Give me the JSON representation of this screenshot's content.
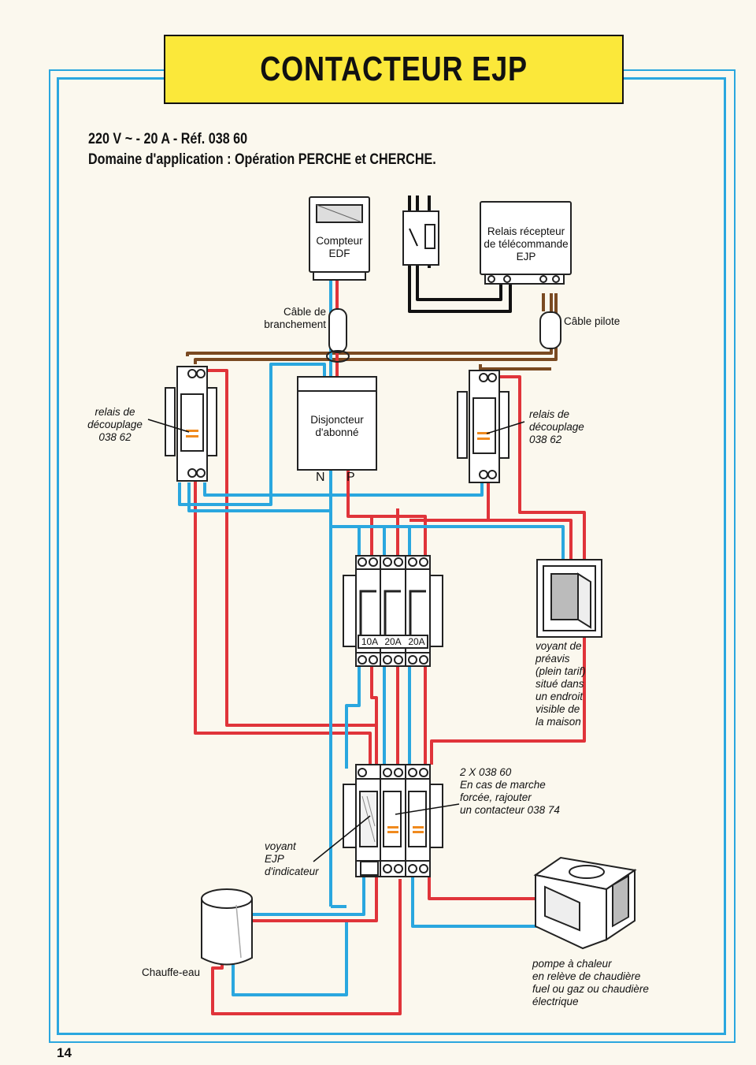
{
  "title": "CONTACTEUR EJP",
  "subtitle_line1": "220 V ~ - 20 A - Réf. 038 60",
  "subtitle_line2": "Domaine d'application : Opération PERCHE et CHERCHE.",
  "labels": {
    "compteur_1": "Compteur",
    "compteur_2": "EDF",
    "relais_recepteur_1": "Relais récepteur",
    "relais_recepteur_2": "de télécommande",
    "relais_recepteur_3": "EJP",
    "cable_branchement_1": "Câble de",
    "cable_branchement_2": "branchement",
    "cable_pilote": "Câble pilote",
    "relais_left_1": "relais de",
    "relais_left_2": "découplage",
    "relais_left_3": "038 62",
    "relais_right_1": "relais de",
    "relais_right_2": "découplage",
    "relais_right_3": "038 62",
    "disjoncteur_1": "Disjoncteur",
    "disjoncteur_2": "d'abonné",
    "n_label": "N",
    "p_label": "P",
    "rating_1": "10A",
    "rating_2": "20A",
    "rating_3": "20A",
    "voyant_preavis_1": "voyant de",
    "voyant_preavis_2": "préavis",
    "voyant_preavis_3": "(plein tarif)",
    "voyant_preavis_4": "situé dans",
    "voyant_preavis_5": "un endroit",
    "voyant_preavis_6": "visible de",
    "voyant_preavis_7": "la maison",
    "note_1": "2 X 038 60",
    "note_2": "En cas de marche",
    "note_3": "forcée, rajouter",
    "note_4": "un contacteur 038 74",
    "voyant_ejp_1": "voyant",
    "voyant_ejp_2": "EJP",
    "voyant_ejp_3": "d'indicateur",
    "chauffe_eau": "Chauffe-eau",
    "pompe_1": "pompe à chaleur",
    "pompe_2": "en relève de chaudière",
    "pompe_3": "fuel ou gaz ou chaudière",
    "pompe_4": "électrique"
  },
  "page_number": "14",
  "colors": {
    "phase_wire": "#e0343a",
    "neutral_wire": "#2aa7df",
    "pilot_wire": "#7a4a22",
    "title_bg": "#fbe83a"
  }
}
